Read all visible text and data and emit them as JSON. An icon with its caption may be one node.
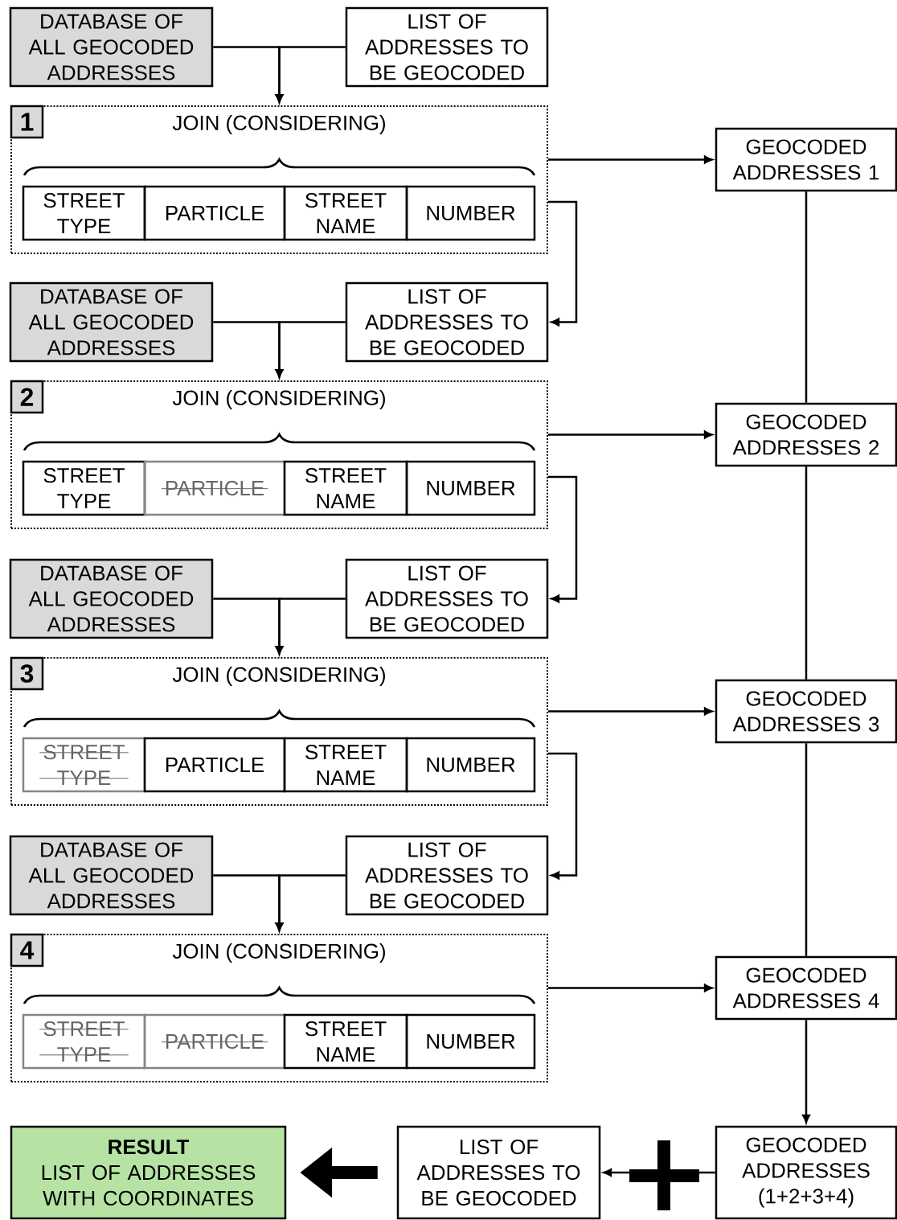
{
  "diagram": {
    "nodes": [
      {
        "text": [
          "DATABASE OF ALL GEOCODED ADDRESSES"
        ]
      },
      {
        "text": [
          "LIST OF ADDRESSES TO BE GEOCODED"
        ]
      },
      {
        "text": [
          "JOIN (CONSIDERING)"
        ]
      },
      {
        "text": [
          "1"
        ],
        "in": 2
      },
      {
        "text": [
          "STREET TYPE"
        ],
        "in": 2
      },
      {
        "text": [
          "PARTICLE"
        ],
        "in": 2
      },
      {
        "text": [
          "STREET NAME"
        ],
        "in": 2
      },
      {
        "text": [
          "NUMBER"
        ],
        "in": 2
      },
      {
        "text": [
          "GEOCODED ADDRESSES 1"
        ]
      },
      {
        "text": [
          "DATABASE OF ALL GEOCODED ADDRESSES"
        ]
      },
      {
        "text": [
          "LIST OF ADDRESSES TO BE GEOCODED"
        ]
      },
      {
        "text": [
          "JOIN (CONSIDERING)"
        ]
      },
      {
        "text": [
          "2"
        ],
        "in": 11
      },
      {
        "text": [
          "STREET TYPE"
        ],
        "in": 11
      },
      {
        "text": [
          "PARTICLE"
        ],
        "in": 11
      },
      {
        "text": [
          "STREET NAME"
        ],
        "in": 11
      },
      {
        "text": [
          "NUMBER"
        ],
        "in": 11
      },
      {
        "text": [
          "GEOCODED ADDRESSES 2"
        ]
      },
      {
        "text": [
          "DATABASE OF ALL GEOCODED ADDRESSES"
        ]
      },
      {
        "text": [
          "LIST OF ADDRESSES TO BE GEOCODED"
        ]
      },
      {
        "text": [
          "JOIN (CONSIDERING)"
        ]
      },
      {
        "text": [
          "3"
        ],
        "in": 20
      },
      {
        "text": [
          "STREET TYPE"
        ],
        "in": 20
      },
      {
        "text": [
          "PARTICLE"
        ],
        "in": 20
      },
      {
        "text": [
          "STREET NAME"
        ],
        "in": 20
      },
      {
        "text": [
          "NUMBER"
        ],
        "in": 20
      },
      {
        "text": [
          "GEOCODED ADDRESSES 3"
        ]
      },
      {
        "text": [
          "DATABASE OF ALL GEOCODED ADDRESSES"
        ]
      },
      {
        "text": [
          "LIST OF ADDRESSES TO BE GEOCODED"
        ]
      },
      {
        "text": [
          "JOIN (CONSIDERING)"
        ]
      },
      {
        "text": [
          "4"
        ],
        "in": 29
      },
      {
        "text": [
          "STREET TYPE"
        ],
        "in": 29
      },
      {
        "text": [
          "PARTICLE"
        ],
        "in": 29
      },
      {
        "text": [
          "STREET NAME"
        ],
        "in": 29
      },
      {
        "text": [
          "NUMBER"
        ],
        "in": 29
      },
      {
        "text": [
          "GEOCODED ADDRESSES 4"
        ]
      },
      {
        "text": [
          "GEOCODED ADDRESSES (1+2+3+4)"
        ]
      },
      {
        "text": [
          "LIST OF ADDRESSES TO BE GEOCODED"
        ]
      },
      {
        "text": [
          "RESULT",
          "LIST OF ADDRESSES WITH COORDINATES"
        ]
      }
    ],
    "edges": [
      {
        "from": 0,
        "to": 2,
        "arrow": "to"
      },
      {
        "from": 1,
        "to": 2,
        "arrow": "to"
      },
      {
        "from": 2,
        "to": 8,
        "arrow": "to"
      },
      {
        "from": 2,
        "to": 10,
        "arrow": "to"
      },
      {
        "from": 8,
        "to": 17,
        "arrow": "none"
      },
      {
        "from": 9,
        "to": 11,
        "arrow": "to"
      },
      {
        "from": 10,
        "to": 11,
        "arrow": "to"
      },
      {
        "from": 11,
        "to": 17,
        "arrow": "to"
      },
      {
        "from": 11,
        "to": 19,
        "arrow": "to"
      },
      {
        "from": 17,
        "to": 26,
        "arrow": "none"
      },
      {
        "from": 18,
        "to": 20,
        "arrow": "to"
      },
      {
        "from": 19,
        "to": 20,
        "arrow": "to"
      },
      {
        "from": 20,
        "to": 26,
        "arrow": "to"
      },
      {
        "from": 20,
        "to": 28,
        "arrow": "to"
      },
      {
        "from": 26,
        "to": 35,
        "arrow": "none"
      },
      {
        "from": 27,
        "to": 29,
        "arrow": "to"
      },
      {
        "from": 28,
        "to": 29,
        "arrow": "to"
      },
      {
        "from": 29,
        "to": 35,
        "arrow": "to"
      },
      {
        "from": 35,
        "to": 36,
        "arrow": "to"
      },
      {
        "from": 36,
        "to": 37,
        "arrow": "to"
      },
      {
        "from": 37,
        "to": 38,
        "arrow": "to",
        "style": "thick"
      }
    ]
  }
}
